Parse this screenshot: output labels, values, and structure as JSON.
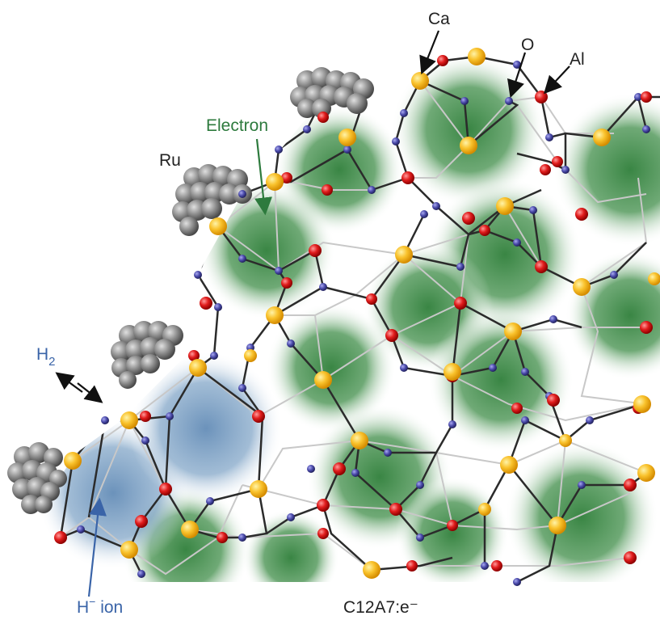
{
  "labels": {
    "ca": "Ca",
    "o": "O",
    "al": "Al",
    "electron": "Electron",
    "ru": "Ru",
    "h2_main": "H",
    "h2_sub": "2",
    "h_ion_main": "H",
    "h_ion_sup": "−",
    "h_ion_rest": " ion",
    "material": "C12A7:e⁻"
  },
  "colors": {
    "ca": "#f7b91e",
    "o": "#dd1b1b",
    "al": "#4b4ba8",
    "electron_cloud": "#2f7f3a",
    "h_ion_cloud": "#4f7fae",
    "ru": "#8a8a8a"
  }
}
